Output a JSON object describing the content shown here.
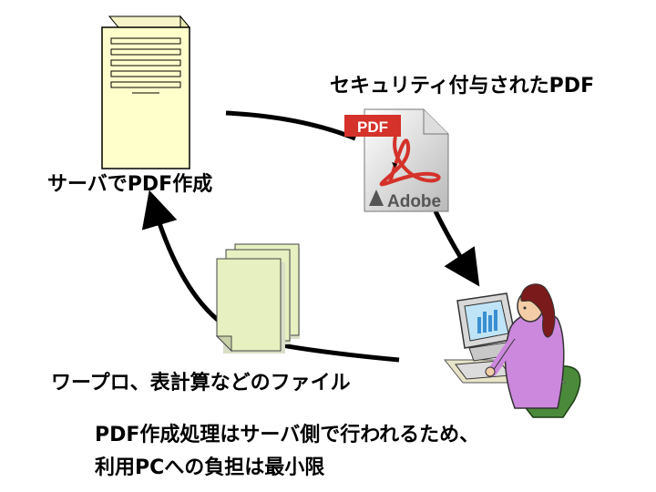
{
  "labels": {
    "server_label": "サーバでPDF作成",
    "pdf_label": "セキュリティ付与されたPDF",
    "files_label": "ワープロ、表計算などのファイル"
  },
  "pdf_icon": {
    "badge_text": "PDF",
    "brand_text": "Adobe"
  },
  "caption": {
    "line1": "PDF作成処理はサーバ側で行われるため、",
    "line2": "利用PCへの負担は最小限"
  },
  "colors": {
    "server_fill": "#ffffcc",
    "document_fill": "#e6f0c0",
    "pdf_red": "#d4322a",
    "person_shirt": "#cc88dd",
    "person_hair": "#7a1a1a",
    "chair": "#4a8a3a",
    "monitor_screen": "#bfe4f7"
  }
}
